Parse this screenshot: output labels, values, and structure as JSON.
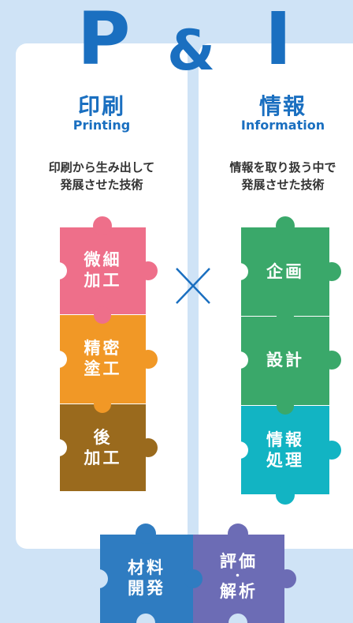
{
  "header": {
    "left": "P",
    "amp": "&",
    "right": "I"
  },
  "printing": {
    "title": "印刷",
    "title_en": "Printing",
    "desc_line1": "印刷から生み出して",
    "desc_line2": "発展させた技術",
    "pieces": [
      {
        "line1": "微細",
        "line2": "加工",
        "color": "#ee6f8a"
      },
      {
        "line1": "精密",
        "line2": "塗工",
        "color": "#f19826"
      },
      {
        "line1": "後",
        "line2": "加工",
        "color": "#9a6a1d"
      }
    ]
  },
  "information": {
    "title": "情報",
    "title_en": "Information",
    "desc_line1": "情報を取り扱う中で",
    "desc_line2": "発展させた技術",
    "pieces": [
      {
        "line1": "企画",
        "line2": "",
        "color": "#3aa86a"
      },
      {
        "line1": "設計",
        "line2": "",
        "color": "#3aa86a"
      },
      {
        "line1": "情報",
        "line2": "処理",
        "color": "#12b4c3"
      }
    ]
  },
  "bottom": {
    "materials": {
      "line1": "材料",
      "line2": "開発",
      "color": "#2f7cc1"
    },
    "evaluation": {
      "line1": "評価",
      "dot": "・",
      "line2": "解析",
      "color": "#6c6cb5"
    }
  },
  "colors": {
    "accent": "#1a6fc0",
    "background": "#cfe3f6",
    "cross": "#1a6fc0"
  }
}
